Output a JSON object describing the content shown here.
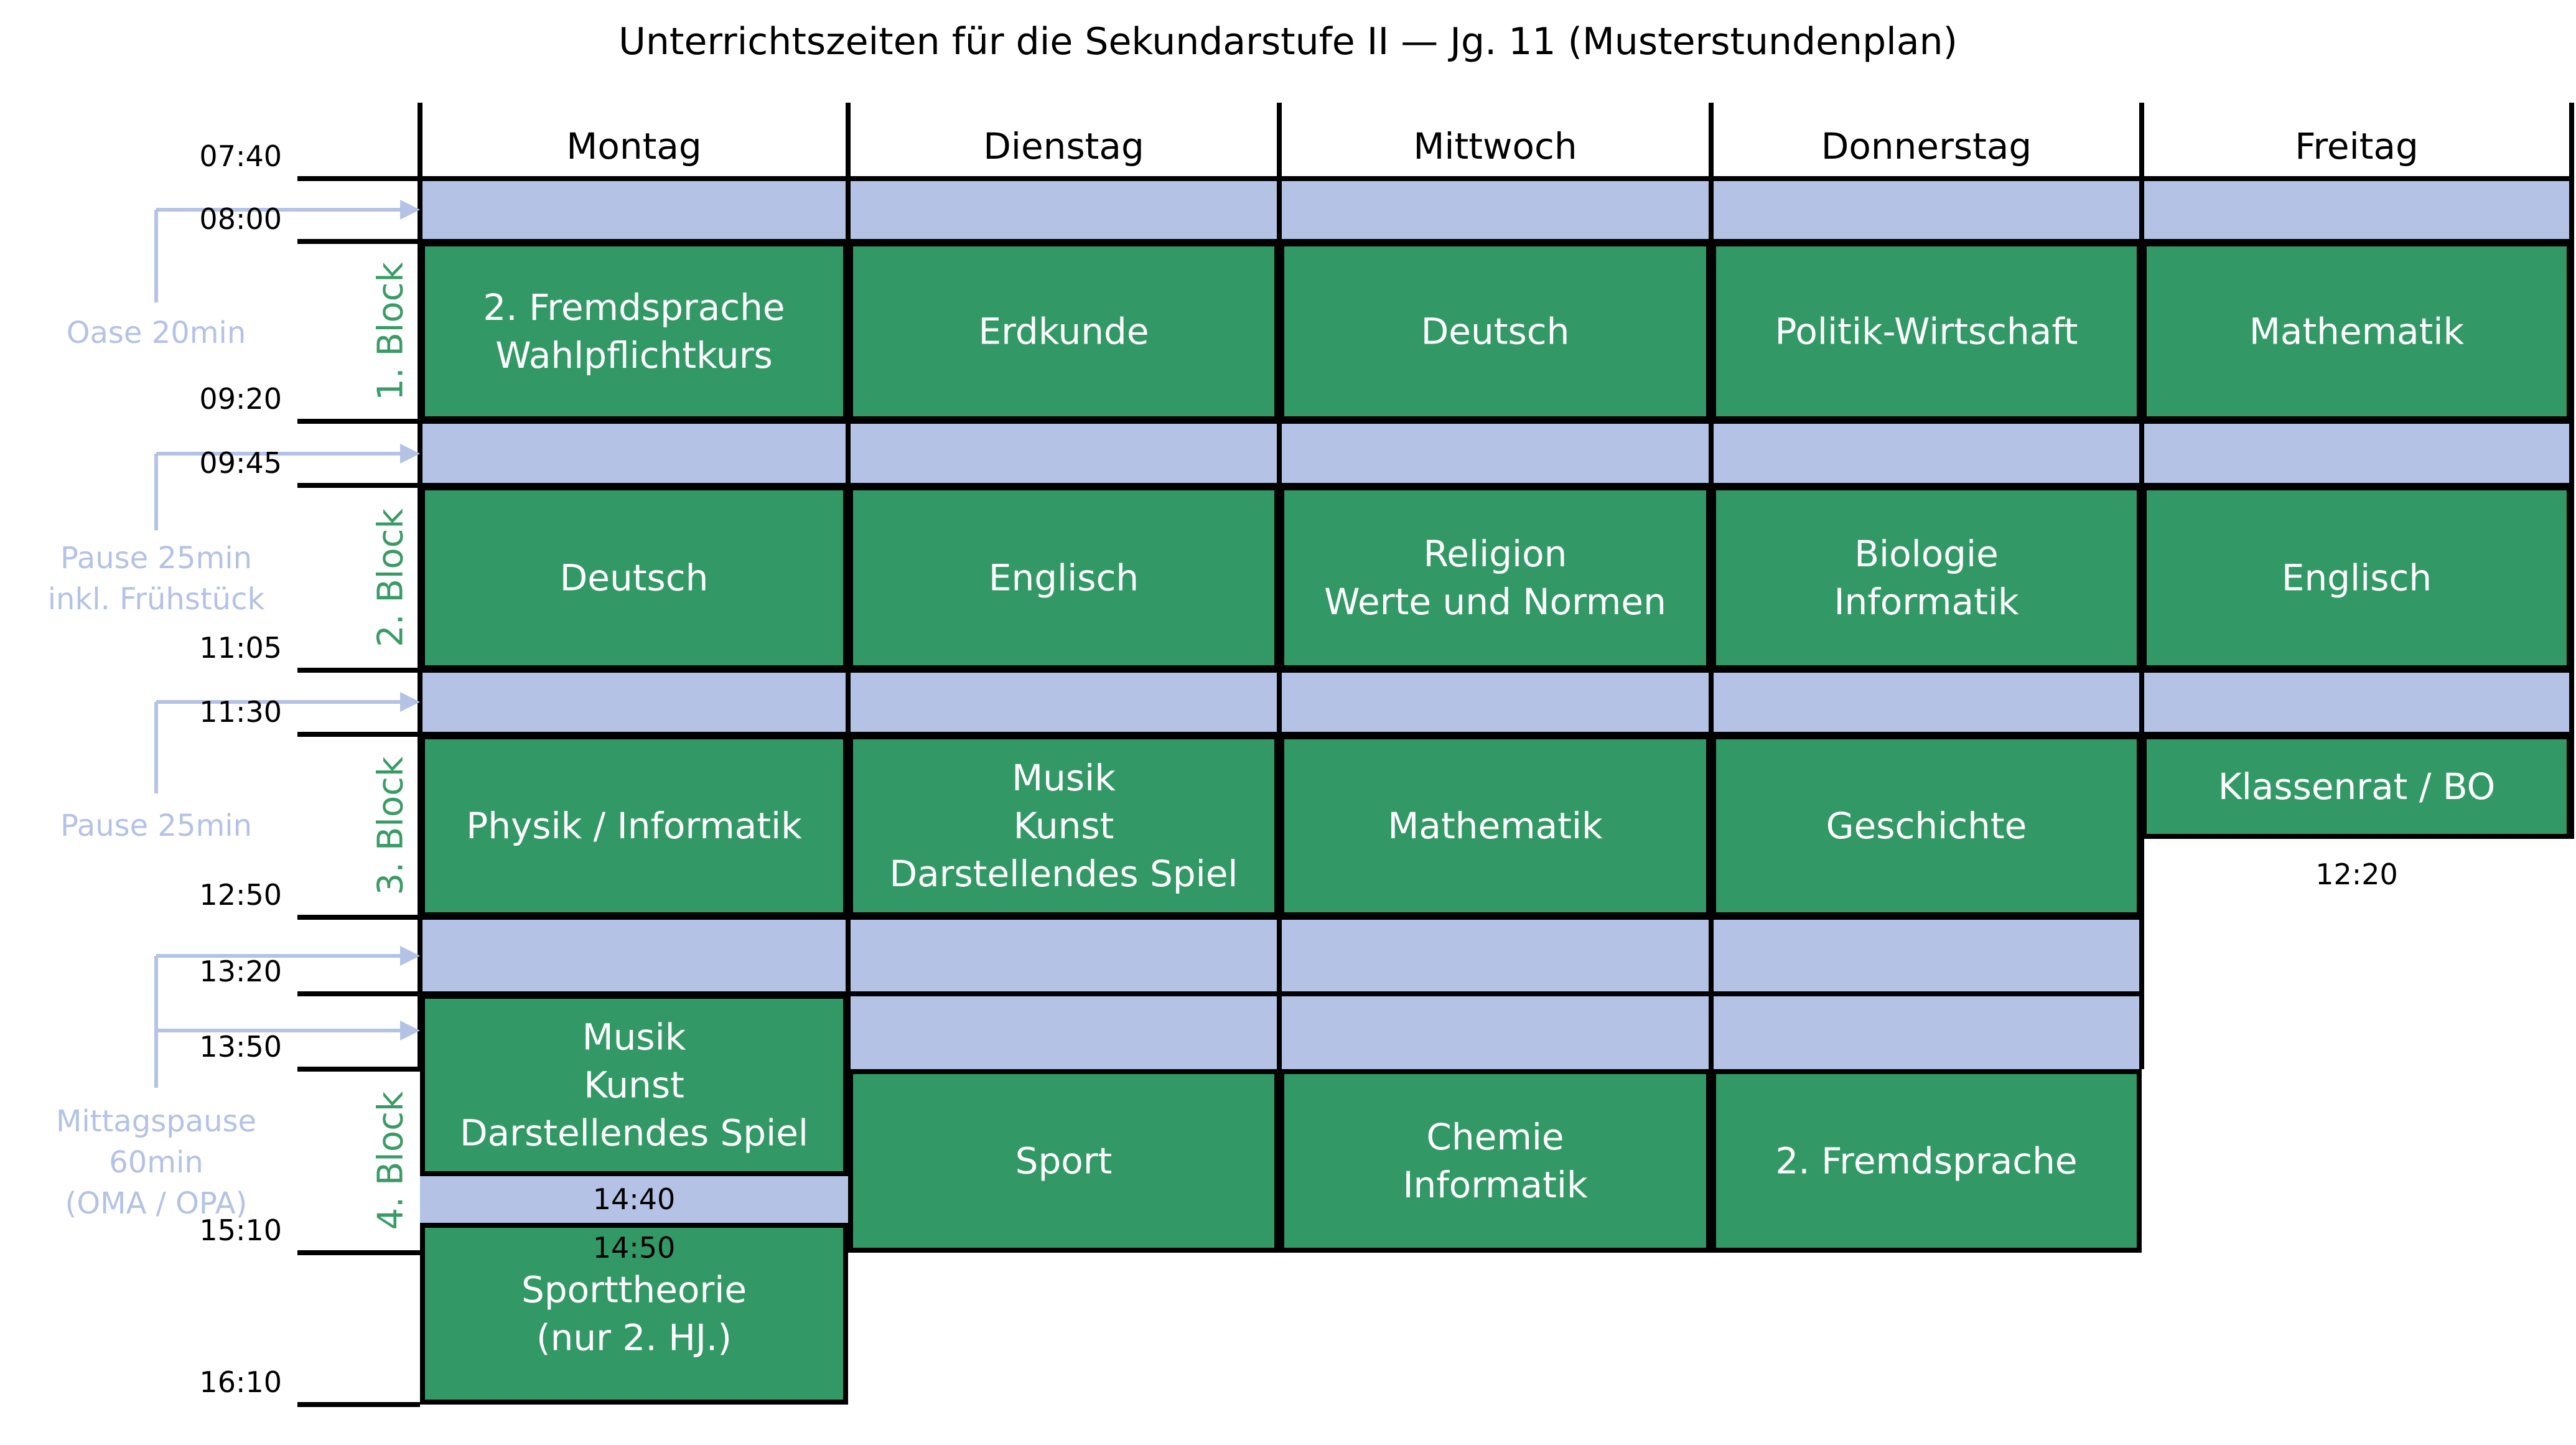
{
  "title": "Unterrichtszeiten für die Sekundarstufe II — Jg. 11 (Musterstundenplan)",
  "colors": {
    "lesson": "#329966",
    "pause": "#b4c2e5",
    "pause_text": "#b4c2e5",
    "block_label": "#3a9b66",
    "grid": "#000000"
  },
  "days": [
    "Montag",
    "Dienstag",
    "Mittwoch",
    "Donnerstag",
    "Freitag"
  ],
  "times": [
    "07:40",
    "08:00",
    "09:20",
    "09:45",
    "11:05",
    "11:30",
    "12:50",
    "13:20",
    "13:50",
    "15:10",
    "16:10"
  ],
  "blocks": [
    "1. Block",
    "2. Block",
    "3. Block",
    "4. Block"
  ],
  "pauses": [
    {
      "lines": [
        "Oase 20min"
      ]
    },
    {
      "lines": [
        "Pause 25min",
        "inkl. Frühstück"
      ]
    },
    {
      "lines": [
        "Pause 25min"
      ]
    },
    {
      "lines": [
        "Mittagspause",
        "60min",
        "(OMA / OPA)"
      ]
    }
  ],
  "lessons": [
    {
      "day": "Montag",
      "start": "08:00",
      "end": "09:20",
      "lines": [
        "2. Fremdsprache",
        "Wahlpflichtkurs"
      ]
    },
    {
      "day": "Dienstag",
      "start": "08:00",
      "end": "09:20",
      "lines": [
        "Erdkunde"
      ]
    },
    {
      "day": "Mittwoch",
      "start": "08:00",
      "end": "09:20",
      "lines": [
        "Deutsch"
      ]
    },
    {
      "day": "Donnerstag",
      "start": "08:00",
      "end": "09:20",
      "lines": [
        "Politik-Wirtschaft"
      ]
    },
    {
      "day": "Freitag",
      "start": "08:00",
      "end": "09:20",
      "lines": [
        "Mathematik"
      ]
    },
    {
      "day": "Montag",
      "start": "09:45",
      "end": "11:05",
      "lines": [
        "Deutsch"
      ]
    },
    {
      "day": "Dienstag",
      "start": "09:45",
      "end": "11:05",
      "lines": [
        "Englisch"
      ]
    },
    {
      "day": "Mittwoch",
      "start": "09:45",
      "end": "11:05",
      "lines": [
        "Religion",
        "Werte und Normen"
      ]
    },
    {
      "day": "Donnerstag",
      "start": "09:45",
      "end": "11:05",
      "lines": [
        "Biologie",
        "Informatik"
      ]
    },
    {
      "day": "Freitag",
      "start": "09:45",
      "end": "11:05",
      "lines": [
        "Englisch"
      ]
    },
    {
      "day": "Montag",
      "start": "11:30",
      "end": "12:50",
      "lines": [
        "Physik / Informatik"
      ]
    },
    {
      "day": "Dienstag",
      "start": "11:30",
      "end": "12:50",
      "lines": [
        "Musik",
        "Kunst",
        "Darstellendes Spiel"
      ]
    },
    {
      "day": "Mittwoch",
      "start": "11:30",
      "end": "12:50",
      "lines": [
        "Mathematik"
      ]
    },
    {
      "day": "Donnerstag",
      "start": "11:30",
      "end": "12:50",
      "lines": [
        "Geschichte"
      ]
    },
    {
      "day": "Freitag",
      "start": "11:30",
      "end": "12:20",
      "lines": [
        "Klassenrat / BO"
      ]
    },
    {
      "day": "Montag",
      "start": "13:20",
      "end": "14:40",
      "lines": [
        "Musik",
        "Kunst",
        "Darstellendes Spiel"
      ]
    },
    {
      "day": "Montag",
      "start": "14:50",
      "end": "16:10",
      "lines": [
        "Sporttheorie",
        "(nur 2. HJ.)"
      ]
    },
    {
      "day": "Dienstag",
      "start": "13:50",
      "end": "15:10",
      "lines": [
        "Sport"
      ]
    },
    {
      "day": "Mittwoch",
      "start": "13:50",
      "end": "15:10",
      "lines": [
        "Chemie",
        "Informatik"
      ]
    },
    {
      "day": "Donnerstag",
      "start": "13:50",
      "end": "15:10",
      "lines": [
        "2. Fremdsprache"
      ]
    }
  ],
  "breaks": [
    {
      "days": [
        "Montag",
        "Dienstag",
        "Mittwoch",
        "Donnerstag",
        "Freitag"
      ],
      "start": "07:40",
      "end": "08:00"
    },
    {
      "days": [
        "Montag",
        "Dienstag",
        "Mittwoch",
        "Donnerstag",
        "Freitag"
      ],
      "start": "09:20",
      "end": "09:45"
    },
    {
      "days": [
        "Montag",
        "Dienstag",
        "Mittwoch",
        "Donnerstag",
        "Freitag"
      ],
      "start": "11:05",
      "end": "11:30"
    },
    {
      "days": [
        "Montag",
        "Dienstag",
        "Mittwoch",
        "Donnerstag"
      ],
      "start": "12:50",
      "end": "13:20"
    },
    {
      "days": [
        "Dienstag",
        "Mittwoch",
        "Donnerstag"
      ],
      "start": "13:20",
      "end": "13:50"
    },
    {
      "days": [
        "Montag"
      ],
      "start": "14:40",
      "end": "14:50"
    }
  ],
  "cell_time_labels": [
    {
      "day": "Montag",
      "label": "14:40"
    },
    {
      "day": "Montag",
      "label": "14:50"
    },
    {
      "day": "Freitag",
      "label": "12:20"
    }
  ]
}
